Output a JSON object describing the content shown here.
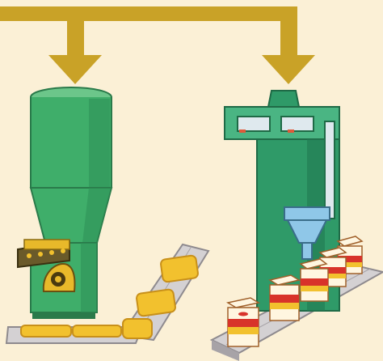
{
  "scene": {
    "background_color": "#fbf0d6",
    "arrow_color": "#c9a227",
    "left_machine": {
      "name": "bread-slicing-machine",
      "body_color": "#3fae6a",
      "output": "bread-slices"
    },
    "right_machine": {
      "name": "packing-machine",
      "body_color": "#2f9a68",
      "hopper_color": "#8fc7e8",
      "output": "packed-boxes"
    },
    "conveyors": {
      "left_items": "bread-slices",
      "right_items": "red-and-yellow-boxes",
      "belt_color": "#b9b6ba"
    }
  }
}
